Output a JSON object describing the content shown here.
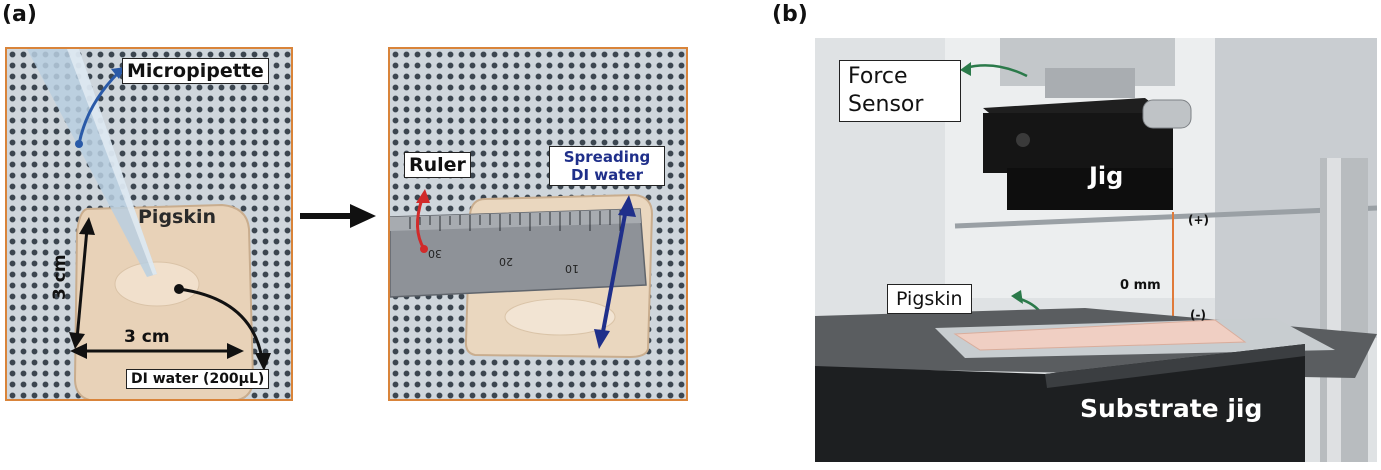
{
  "panels": {
    "a": {
      "label": "(a)",
      "photo1": {
        "micropipette": "Micropipette",
        "pigskin": "Pigskin",
        "dim_vertical": "3 cm",
        "dim_horizontal": "3 cm",
        "di_water": "DI water (200μL)"
      },
      "photo2": {
        "ruler": "Ruler",
        "spreading": "Spreading DI water",
        "ruler_ticks": [
          "30",
          "20",
          "10"
        ]
      }
    },
    "b": {
      "label": "(b)",
      "force_sensor": "Force Sensor",
      "jig": "Jig",
      "plus": "(+)",
      "zero": "0 mm",
      "minus": "(-)",
      "pigskin": "Pigskin",
      "substrate_jig": "Substrate jig"
    }
  },
  "colors": {
    "border_orange": "#d9843a",
    "arrow_blue": "#2a5aa8",
    "arrow_navy": "#1f2f8a",
    "arrow_red": "#d12a2a",
    "arrow_green": "#2b7a4a",
    "gap_orange": "#e07a3a"
  }
}
